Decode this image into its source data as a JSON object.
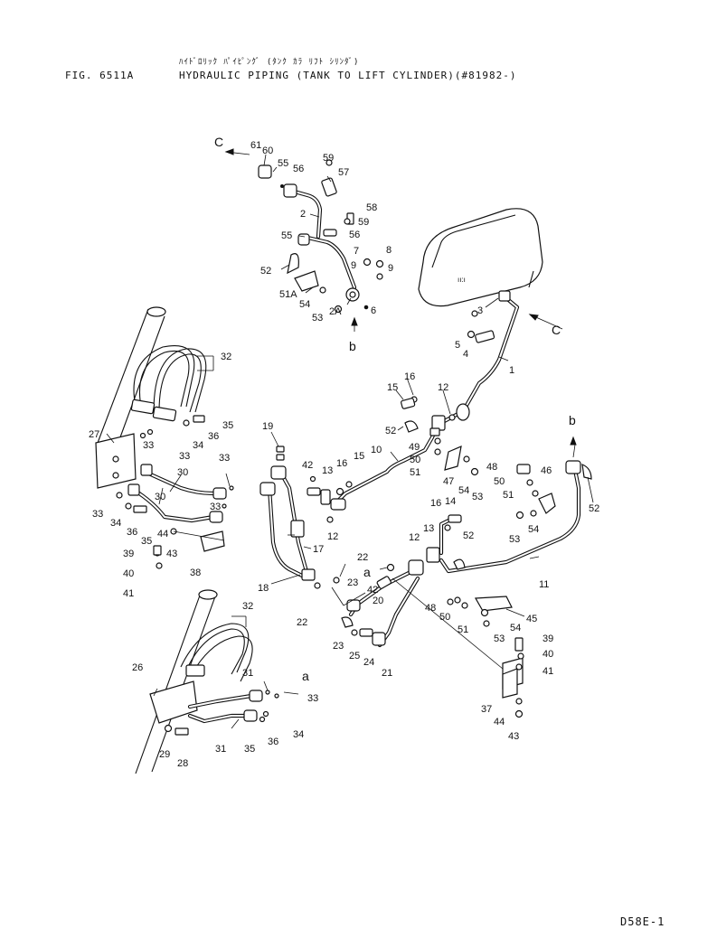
{
  "header": {
    "figure_id": "FIG. 6511A",
    "title_japanese": "ﾊｲﾄﾞﾛﾘｯｸ ﾊﾟｲﾋﾟﾝｸﾞ (ﾀﾝｸ ｶﾗ ﾘﾌﾄ ｼﾘﾝﾀﾞ)",
    "title_english": "HYDRAULIC PIPING (TANK TO LIFT CYLINDER)(#81982-)"
  },
  "footer": {
    "sheet_code": "D58E-1"
  },
  "connection_labels": {
    "c_top": "C",
    "c_right": "C",
    "b_lower": "b",
    "b_right": "b",
    "a_center": "a",
    "a_lower": "a"
  },
  "callouts": [
    {
      "label": "61"
    },
    {
      "label": "60"
    },
    {
      "label": "55"
    },
    {
      "label": "56"
    },
    {
      "label": "59"
    },
    {
      "label": "57"
    },
    {
      "label": "58"
    },
    {
      "label": "2"
    },
    {
      "label": "59"
    },
    {
      "label": "55"
    },
    {
      "label": "56"
    },
    {
      "label": "7"
    },
    {
      "label": "8"
    },
    {
      "label": "52"
    },
    {
      "label": "9"
    },
    {
      "label": "9"
    },
    {
      "label": "51A"
    },
    {
      "label": "54"
    },
    {
      "label": "53"
    },
    {
      "label": "2A"
    },
    {
      "label": "6"
    },
    {
      "label": "3"
    },
    {
      "label": "5"
    },
    {
      "label": "4"
    },
    {
      "label": "1"
    },
    {
      "label": "32"
    },
    {
      "label": "35"
    },
    {
      "label": "36"
    },
    {
      "label": "27"
    },
    {
      "label": "33"
    },
    {
      "label": "34"
    },
    {
      "label": "33"
    },
    {
      "label": "33"
    },
    {
      "label": "30"
    },
    {
      "label": "30"
    },
    {
      "label": "33"
    },
    {
      "label": "33"
    },
    {
      "label": "34"
    },
    {
      "label": "36"
    },
    {
      "label": "35"
    },
    {
      "label": "44"
    },
    {
      "label": "43"
    },
    {
      "label": "39"
    },
    {
      "label": "40"
    },
    {
      "label": "41"
    },
    {
      "label": "38"
    },
    {
      "label": "19"
    },
    {
      "label": "17"
    },
    {
      "label": "18"
    },
    {
      "label": "15"
    },
    {
      "label": "16"
    },
    {
      "label": "12"
    },
    {
      "label": "52"
    },
    {
      "label": "10"
    },
    {
      "label": "49"
    },
    {
      "label": "50"
    },
    {
      "label": "51"
    },
    {
      "label": "47"
    },
    {
      "label": "54"
    },
    {
      "label": "53"
    },
    {
      "label": "42"
    },
    {
      "label": "13"
    },
    {
      "label": "16"
    },
    {
      "label": "15"
    },
    {
      "label": "12"
    },
    {
      "label": "48"
    },
    {
      "label": "50"
    },
    {
      "label": "51"
    },
    {
      "label": "46"
    },
    {
      "label": "54"
    },
    {
      "label": "53"
    },
    {
      "label": "52"
    },
    {
      "label": "16"
    },
    {
      "label": "14"
    },
    {
      "label": "13"
    },
    {
      "label": "12"
    },
    {
      "label": "52"
    },
    {
      "label": "11"
    },
    {
      "label": "22"
    },
    {
      "label": "23"
    },
    {
      "label": "42"
    },
    {
      "label": "20"
    },
    {
      "label": "22"
    },
    {
      "label": "23"
    },
    {
      "label": "25"
    },
    {
      "label": "24"
    },
    {
      "label": "21"
    },
    {
      "label": "48"
    },
    {
      "label": "50"
    },
    {
      "label": "51"
    },
    {
      "label": "54"
    },
    {
      "label": "45"
    },
    {
      "label": "53"
    },
    {
      "label": "32"
    },
    {
      "label": "26"
    },
    {
      "label": "31"
    },
    {
      "label": "33"
    },
    {
      "label": "34"
    },
    {
      "label": "29"
    },
    {
      "label": "28"
    },
    {
      "label": "31"
    },
    {
      "label": "35"
    },
    {
      "label": "36"
    },
    {
      "label": "39"
    },
    {
      "label": "40"
    },
    {
      "label": "41"
    },
    {
      "label": "37"
    },
    {
      "label": "44"
    },
    {
      "label": "43"
    }
  ]
}
